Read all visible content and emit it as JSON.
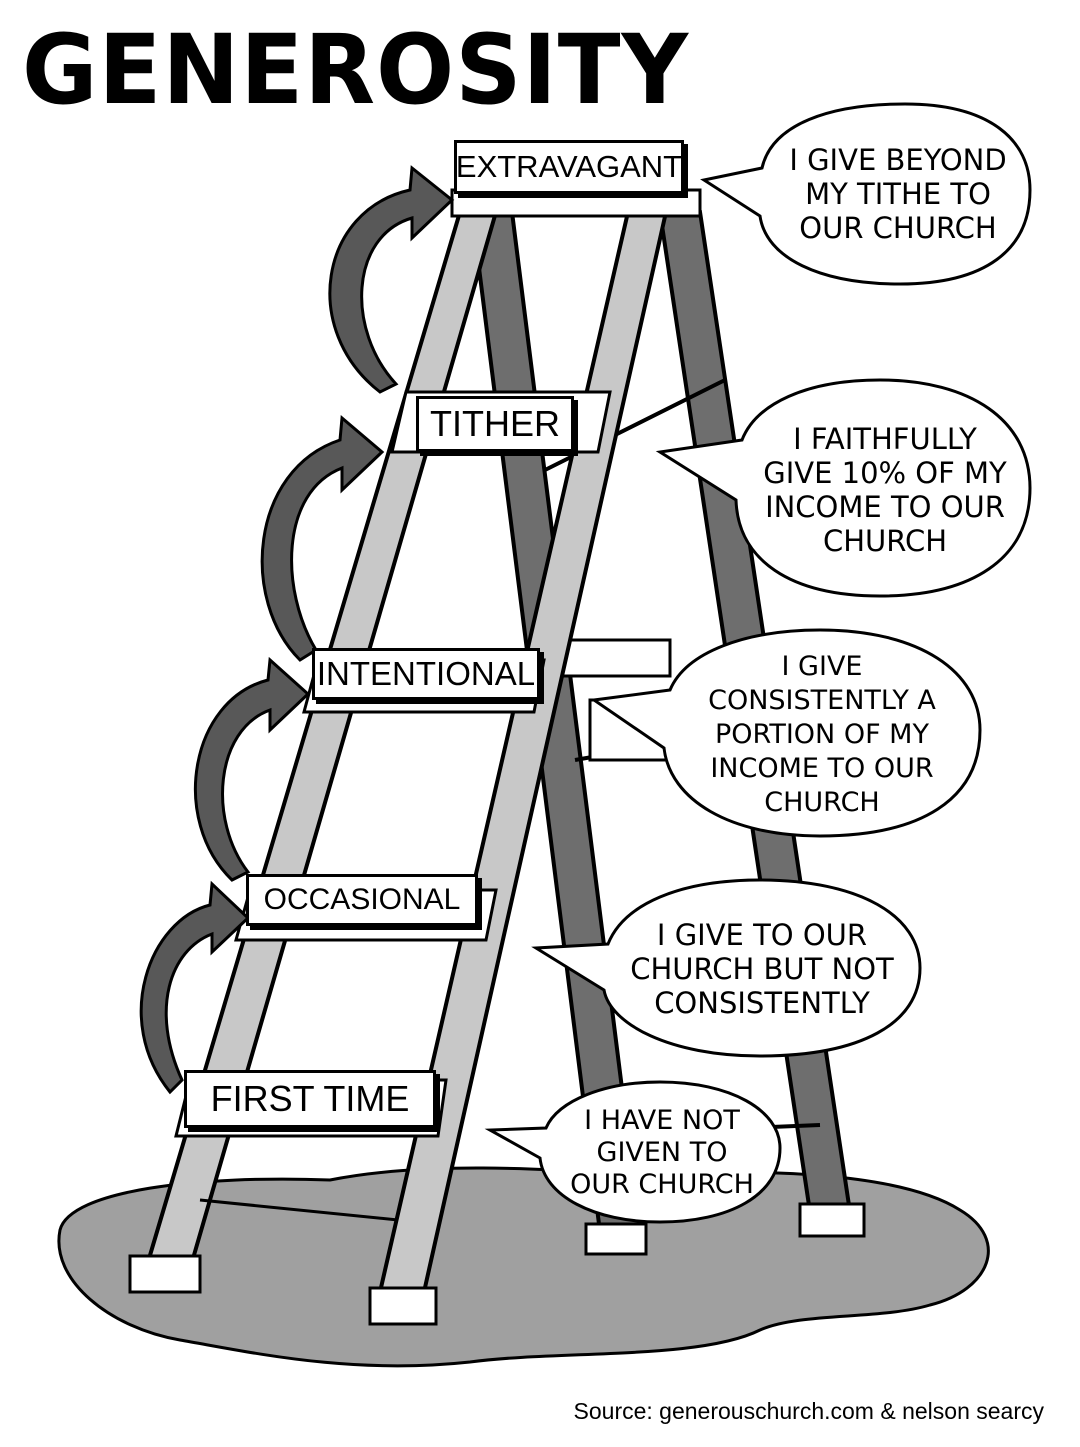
{
  "title": "GENEROSITY",
  "source": "Source: generouschurch.com & nelson searcy",
  "levels": [
    {
      "label": "EXTRAVAGANT",
      "bubble": "I GIVE BEYOND MY TITHE TO OUR CHURCH"
    },
    {
      "label": "TITHER",
      "bubble": "I FAITHFULLY GIVE 10% OF MY INCOME TO OUR CHURCH"
    },
    {
      "label": "INTENTIONAL",
      "bubble": "I GIVE CONSISTENTLY A PORTION OF MY INCOME TO OUR CHURCH"
    },
    {
      "label": "OCCASIONAL",
      "bubble": "I GIVE TO OUR CHURCH BUT NOT CONSISTENTLY"
    },
    {
      "label": "FIRST TIME",
      "bubble": "I HAVE NOT GIVEN TO OUR CHURCH"
    }
  ],
  "colors": {
    "ladder_front": "#c8c8c8",
    "ladder_back": "#6e6e6e",
    "ground": "#a0a0a0",
    "arrow": "#585858"
  }
}
